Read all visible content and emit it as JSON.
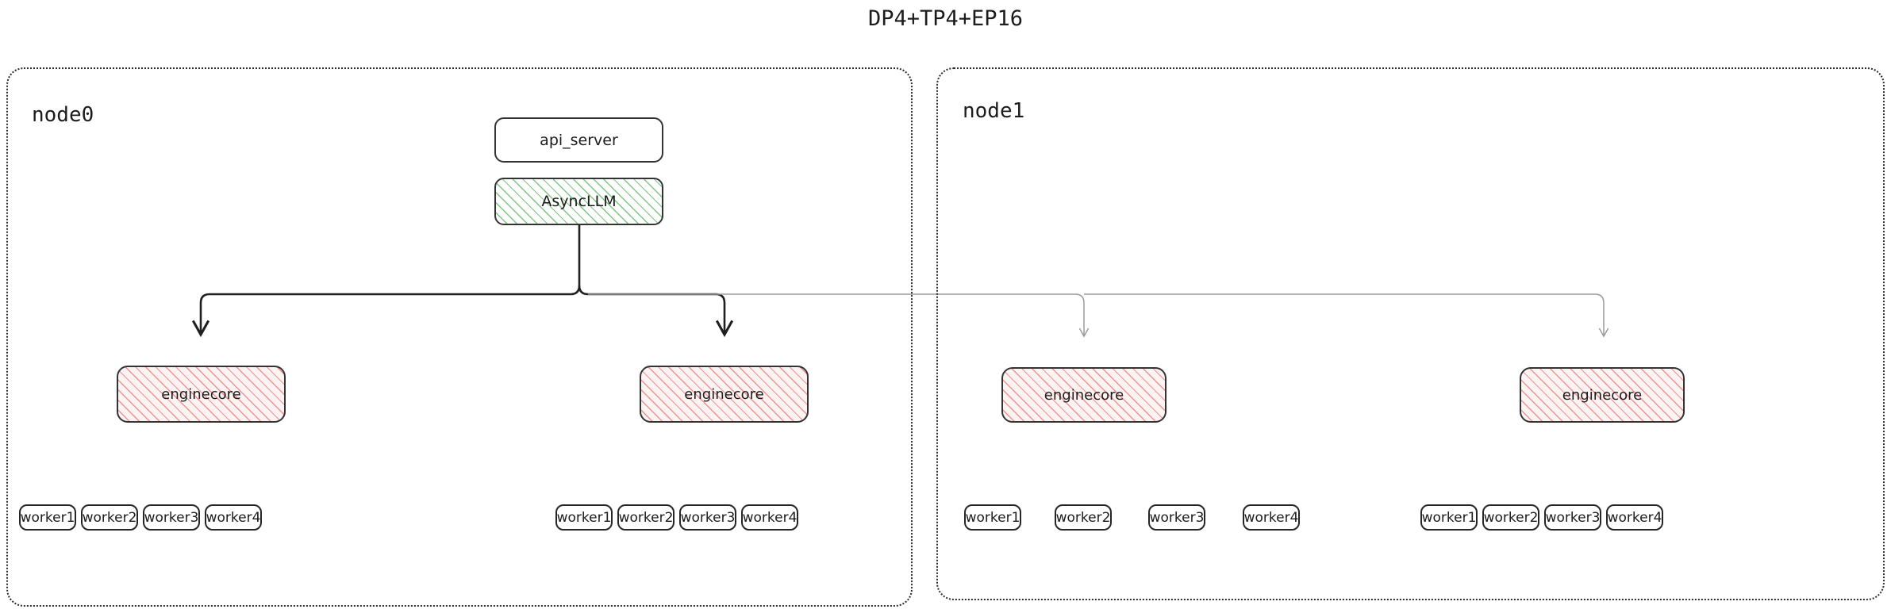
{
  "title": "DP4+TP4+EP16",
  "colors": {
    "background": "#ffffff",
    "text": "#1c1c1c",
    "border_strong": "#333333",
    "node_border": "#2b2b2b",
    "async_hatch": "#66bb6a",
    "engine_hatch": "#e57373",
    "engine_fill": "#fdf3f3",
    "edge_strong": "#1f1f1f",
    "edge_faint": "#9a9a9a"
  },
  "nodes": [
    {
      "id": "node0",
      "label": "node0",
      "api_server": {
        "label": "api_server"
      },
      "async_llm": {
        "label": "AsyncLLM"
      },
      "enginecores": [
        {
          "label": "enginecore",
          "workers": [
            {
              "label": "worker1"
            },
            {
              "label": "worker2"
            },
            {
              "label": "worker3"
            },
            {
              "label": "worker4"
            }
          ]
        },
        {
          "label": "enginecore",
          "workers": [
            {
              "label": "worker1"
            },
            {
              "label": "worker2"
            },
            {
              "label": "worker3"
            },
            {
              "label": "worker4"
            }
          ]
        }
      ]
    },
    {
      "id": "node1",
      "label": "node1",
      "enginecores": [
        {
          "label": "enginecore",
          "workers": [
            {
              "label": "worker1"
            },
            {
              "label": "worker2"
            },
            {
              "label": "worker3"
            },
            {
              "label": "worker4"
            }
          ]
        },
        {
          "label": "enginecore",
          "workers": [
            {
              "label": "worker1"
            },
            {
              "label": "worker2"
            },
            {
              "label": "worker3"
            },
            {
              "label": "worker4"
            }
          ]
        }
      ]
    }
  ]
}
